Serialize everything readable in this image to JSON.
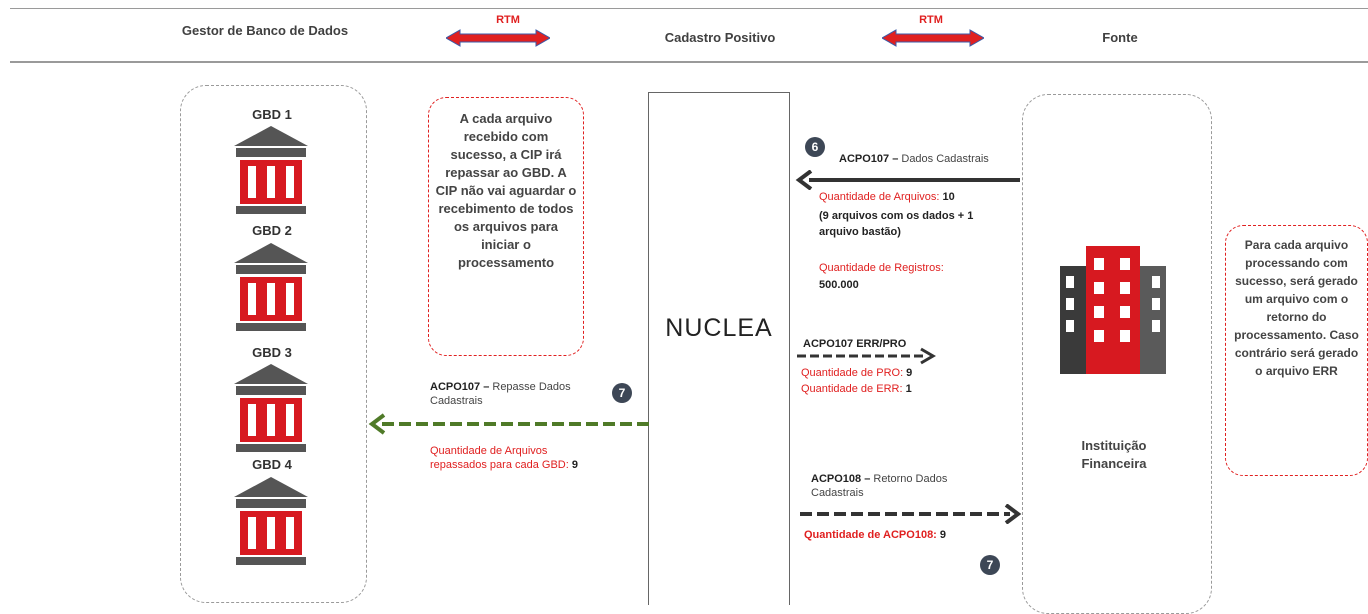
{
  "header": {
    "gestor": "Gestor de Banco de Dados",
    "cadastro": "Cadastro Positivo",
    "fonte": "Fonte",
    "rtm_left": "RTM",
    "rtm_right": "RTM"
  },
  "gbds": [
    "GBD 1",
    "GBD 2",
    "GBD 3",
    "GBD 4"
  ],
  "left_callout": "A cada arquivo recebido com sucesso, a CIP irá repassar ao GBD. A CIP não vai aguardar o recebimento de todos os arquivos para iniciar o processamento",
  "center_logo": "NUCLEA",
  "step6": {
    "badge": "6",
    "code": "ACPO107 –",
    "title": " Dados Cadastrais",
    "qty_arquivos_label": "Quantidade de Arquivos:",
    "qty_arquivos_value": " 10",
    "qty_arquivos_note": "(9 arquivos com os dados + 1 arquivo bastão)",
    "qty_registros_label": "Quantidade de Registros:",
    "qty_registros_value": "500.000"
  },
  "err_pro": {
    "title": "ACPO107 ERR/PRO",
    "pro_label": "Quantidade de PRO:",
    "pro_value": " 9",
    "err_label": "Quantidade de ERR:",
    "err_value": " 1"
  },
  "step7_left": {
    "badge": "7",
    "code": "ACPO107 –",
    "title": " Repasse Dados Cadastrais",
    "qty_label": "Quantidade de Arquivos repassados para cada GBD:",
    "qty_value": " 9"
  },
  "step7_right": {
    "badge": "7",
    "code": "ACPO108 –",
    "title": " Retorno Dados Cadastrais",
    "qty_label": "Quantidade de ACPO108:",
    "qty_value": " 9"
  },
  "instituicao": "Instituição Financeira",
  "right_callout": "Para cada arquivo processando com sucesso, será gerado um arquivo com o retorno do processamento. Caso contrário será gerado o arquivo ERR",
  "colors": {
    "red": "#e02020",
    "dark_arrow": "#333333",
    "green_arrow": "#4f7a28",
    "bank_gray": "#555555",
    "bank_red": "#d71920"
  }
}
